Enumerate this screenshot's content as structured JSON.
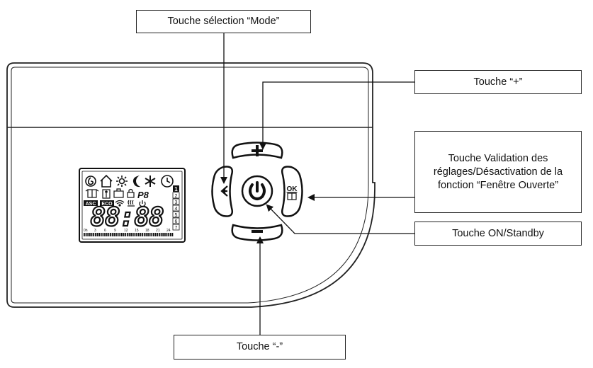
{
  "labels": {
    "mode": "Touche sélection “Mode”",
    "plus": "Touche “+”",
    "ok": "Touche Validation des réglages/Désactivation de la fonction “Fenêtre Ouverte”",
    "on_standby": "Touche ON/Standby",
    "minus": "Touche “-”"
  },
  "lcd": {
    "digits": "88:88",
    "badges": [
      "ASC",
      "ECO"
    ],
    "program": "P8",
    "day_numbers": [
      "1",
      "2",
      "3",
      "4",
      "5",
      "6",
      "7"
    ],
    "hour_scale": [
      "0h",
      "3",
      "6",
      "9",
      "12",
      "15",
      "18",
      "21",
      "24"
    ]
  },
  "buttons": {
    "plus_symbol": "+",
    "minus_symbol": "−",
    "ok_symbol": "OK",
    "mode_symbol": "⇐",
    "power_symbol": "power"
  },
  "icons": [
    "cycle-icon",
    "home-icon",
    "sun-icon",
    "moon-icon",
    "frost-icon",
    "clock-icon",
    "window-icon",
    "presence-icon",
    "briefcase-icon",
    "lock-icon",
    "wifi-icon",
    "heat-icon",
    "standby-icon"
  ]
}
